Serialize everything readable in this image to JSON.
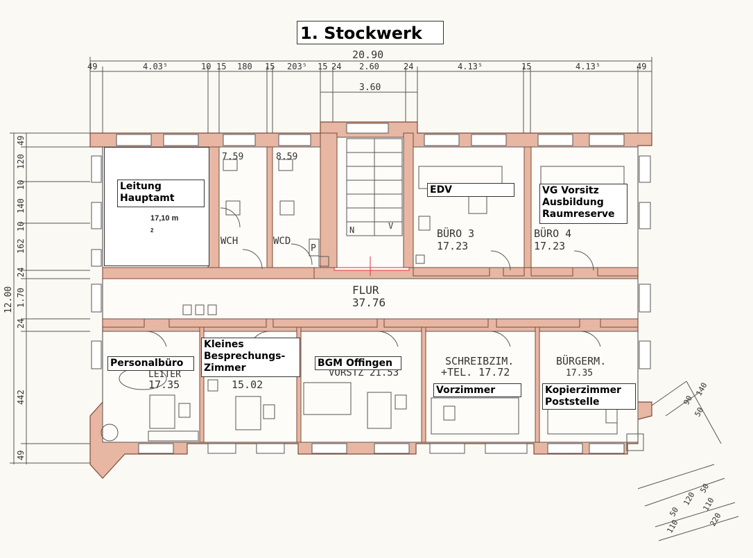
{
  "title": "1. Stockwerk",
  "dimensions": {
    "overall_width": "20.90",
    "stair_width": "3.60",
    "height": "12.00",
    "top_row": [
      "49",
      "4.03⁵",
      "10",
      "15",
      "180",
      "15",
      "203⁵",
      "15",
      "24",
      "2.60",
      "24",
      "4.13⁵",
      "15",
      "4.13⁵",
      "49"
    ],
    "left_col": [
      "49",
      "120",
      "10",
      "140",
      "10",
      "162",
      "24",
      "1.70",
      "24",
      "442",
      "49"
    ],
    "right_top": [
      "140",
      "90",
      "50"
    ],
    "right_bottom": [
      "50",
      "120",
      "50",
      "110",
      "110",
      "220"
    ]
  },
  "rooms": {
    "leitung": {
      "lines": [
        "Leitung",
        "Hauptamt"
      ],
      "area": "17,10 m",
      "area_unit": "2"
    },
    "edv": {
      "lines": [
        "EDV"
      ]
    },
    "vg": {
      "lines": [
        "VG Vorsitz",
        "Ausbildung",
        "Raumreserve"
      ]
    },
    "personal": {
      "lines": [
        "Personalbüro"
      ]
    },
    "besprechung": {
      "lines": [
        "Kleines",
        "Besprechungs-",
        "Zimmer"
      ]
    },
    "bgm": {
      "lines": [
        "BGM Offingen"
      ]
    },
    "vorzimmer": {
      "lines": [
        "Vorzimmer"
      ]
    },
    "kopier": {
      "lines": [
        "Kopierzimmer",
        "Poststelle"
      ]
    }
  },
  "handwritten": {
    "wc_h": "WCH",
    "wc_d": "WCD",
    "wc_h_area": "7.59",
    "wc_d_area": "8.59",
    "p": "P",
    "buero3": "BÜRO 3",
    "buero3_area": "17.23",
    "buero4": "BÜRO 4",
    "buero4_area": "17.23",
    "flur": "FLUR",
    "flur_area": "37.76",
    "personal_area": "17.35",
    "personal_partial": "LEITER",
    "besprech_area": "15.02",
    "bgm_partial": "VORSTZ 21.53",
    "schreib": "SCHREIBZIM.",
    "schreib2": "+TEL. 17.72",
    "buergerm": "BÜRGERM.",
    "buergerm_area": "17.35",
    "stair_n": "N",
    "stair_v": "V"
  },
  "colors": {
    "wall": "#e7b7a3",
    "wall_line": "#7a4a3a",
    "line": "#444444",
    "paper": "#fbf9f4"
  }
}
